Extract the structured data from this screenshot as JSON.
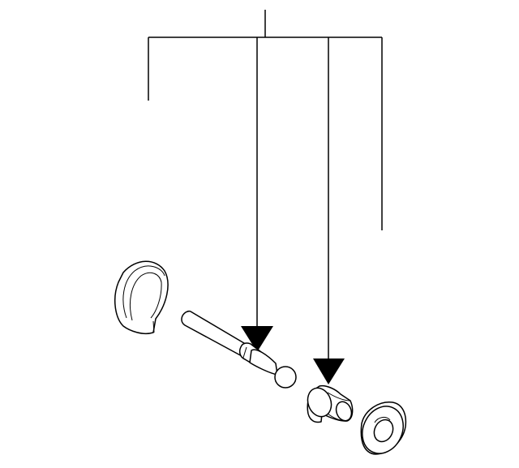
{
  "diagram": {
    "line_color": "#000000",
    "background": "#ffffff",
    "parts": [
      {
        "name": "retaining-ring"
      },
      {
        "name": "ball-stud-rod"
      },
      {
        "name": "pivot-bushing"
      },
      {
        "name": "grommet"
      }
    ]
  }
}
